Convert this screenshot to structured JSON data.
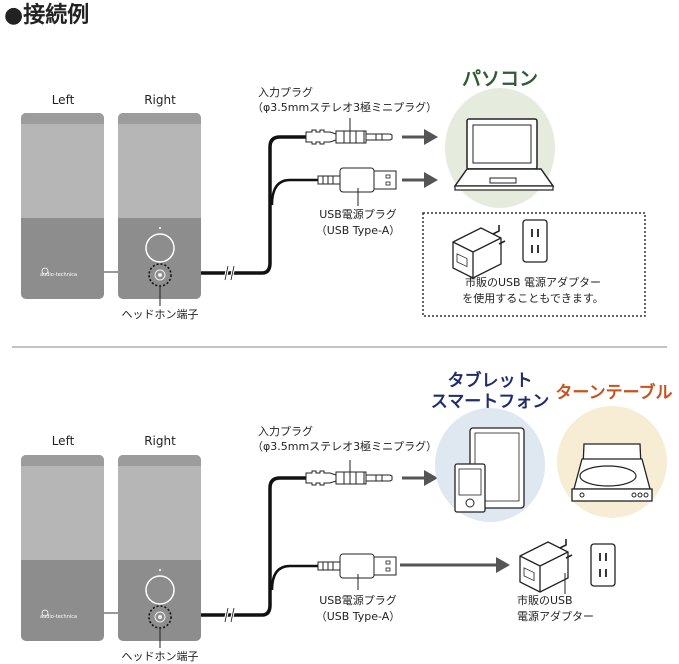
{
  "title": "●接続例",
  "brand_logo": "audio-technica",
  "colors": {
    "pc": "#2e5b31",
    "tablet": "#1f2d6b",
    "turntable": "#c9521f",
    "pc_circle": "#e5ecdd",
    "tablet_circle": "#dfe7f0",
    "turntable_circle": "#f7edd4"
  },
  "section1": {
    "speaker_left": "Left",
    "speaker_right": "Right",
    "headphone_jack": "ヘッドホン端子",
    "input_plug": "入力プラグ",
    "input_plug_spec": "（φ3.5mmステレオ3極ミニプラグ）",
    "usb_plug": "USB電源プラグ",
    "usb_plug_spec": "（USB Type-A）",
    "device": "パソコン",
    "adapter_note_1": "市販のUSB 電源アダプター",
    "adapter_note_2": "を使用することもできます。"
  },
  "section2": {
    "speaker_left": "Left",
    "speaker_right": "Right",
    "headphone_jack": "ヘッドホン端子",
    "input_plug": "入力プラグ",
    "input_plug_spec": "（φ3.5mmステレオ3極ミニプラグ）",
    "usb_plug": "USB電源プラグ",
    "usb_plug_spec": "（USB Type-A）",
    "device_tablet_1": "タブレット",
    "device_tablet_2": "スマートフォン",
    "device_turntable": "ターンテーブル",
    "adapter_1": "市販のUSB",
    "adapter_2": "電源アダプター"
  }
}
